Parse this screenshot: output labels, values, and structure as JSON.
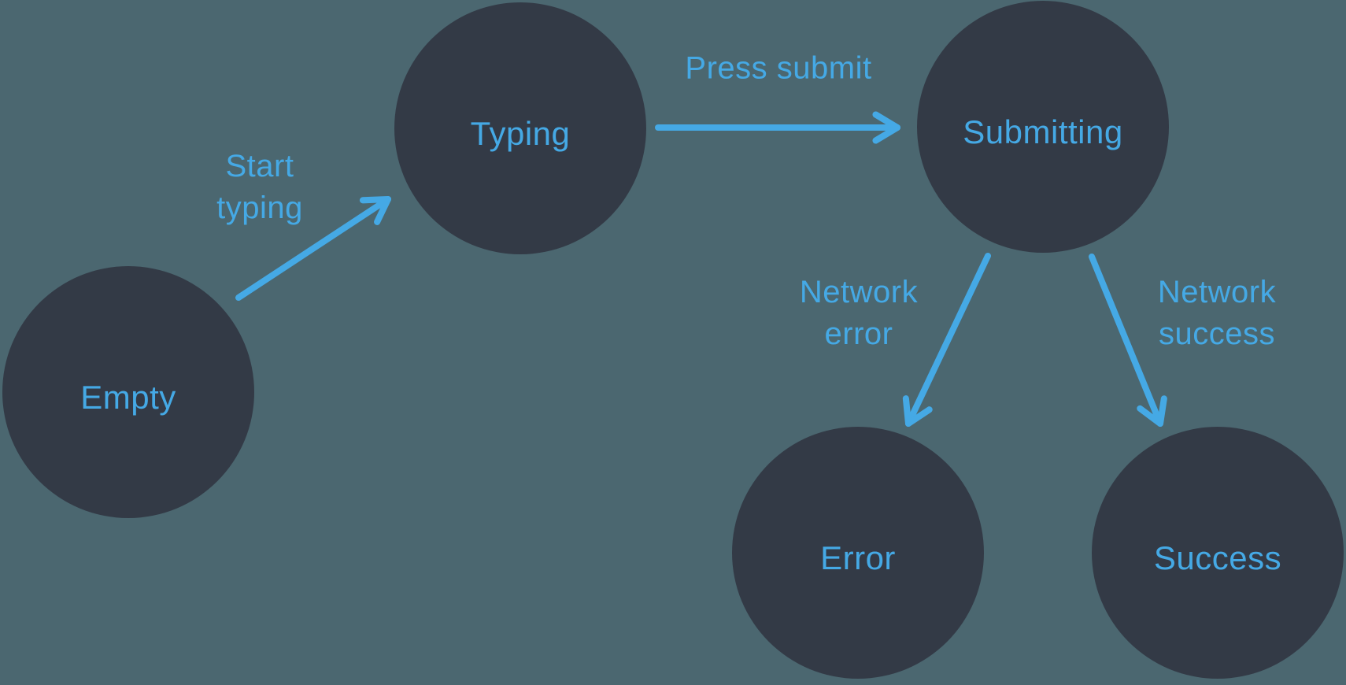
{
  "colors": {
    "background": "#4B6770",
    "node-fill": "#333A46",
    "accent-blue": "#45A9E5"
  },
  "diagram": {
    "type": "state-machine",
    "nodes": {
      "empty": {
        "label": "Empty"
      },
      "typing": {
        "label": "Typing"
      },
      "submitting": {
        "label": "Submitting"
      },
      "error": {
        "label": "Error"
      },
      "success": {
        "label": "Success"
      }
    },
    "edges": {
      "start_typing": {
        "label": "Start\ntyping",
        "from": "Empty",
        "to": "Typing"
      },
      "press_submit": {
        "label": "Press submit",
        "from": "Typing",
        "to": "Submitting"
      },
      "network_error": {
        "label": "Network\nerror",
        "from": "Submitting",
        "to": "Error"
      },
      "network_success": {
        "label": "Network\nsuccess",
        "from": "Submitting",
        "to": "Success"
      }
    }
  }
}
